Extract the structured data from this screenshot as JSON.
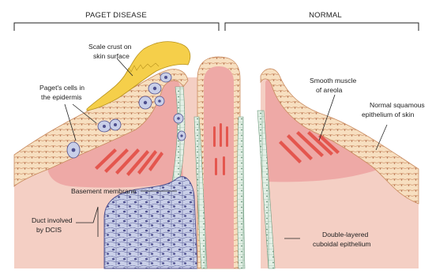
{
  "headers": {
    "left": "PAGET DISEASE",
    "right": "NORMAL"
  },
  "labels": {
    "scale_crust": [
      "Scale crust on",
      "skin surface"
    ],
    "pagets_cells": [
      "Paget's cells in",
      "the epidermis"
    ],
    "basement_membrane": [
      "Basement membrane"
    ],
    "duct_dcis": [
      "Duct involved",
      "by DCIS"
    ],
    "smooth_muscle": [
      "Smooth muscle",
      "of areola"
    ],
    "normal_squamous": [
      "Normal squamous",
      "epithelium of skin"
    ],
    "double_layered": [
      "Double-layered",
      "cuboidal epithelium"
    ]
  },
  "colors": {
    "dermis": "#f4cfc4",
    "papilla": "#eea9a6",
    "epidermis": "#f7dfc0",
    "crust": "#f5cf4a",
    "muscle": "#e4564e",
    "duct_wall": "#e3f0e6",
    "dcis_cells": "#c9cfe8",
    "nuclei": "#4e4f8e",
    "outline": "#222222"
  }
}
